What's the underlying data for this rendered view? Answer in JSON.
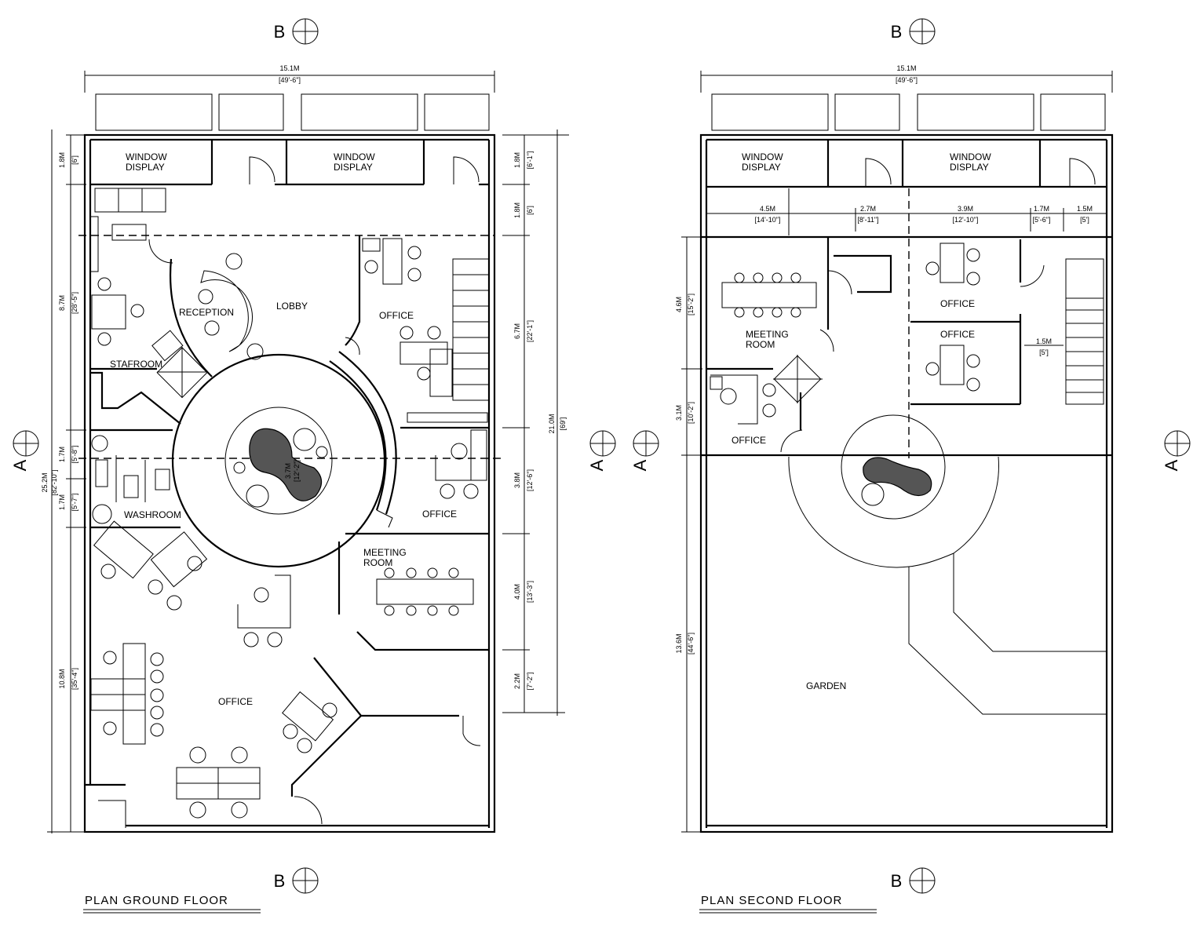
{
  "ground_floor": {
    "title": "PLAN    GROUND FLOOR",
    "top_dim": {
      "m": "15.1M",
      "ft": "[49'-6\"]"
    },
    "rooms": {
      "window_display_1": "WINDOW\nDISPLAY",
      "window_display_2": "WINDOW\nDISPLAY",
      "reception": "RECEPTION",
      "lobby": "LOBBY",
      "office_ne": "OFFICE",
      "stafroom": "STAFROOM",
      "office_e": "OFFICE",
      "washroom": "WASHROOM",
      "meeting_room": "MEETING\nROOM",
      "office_main": "OFFICE"
    },
    "circle_dim": {
      "m": "3.7M",
      "ft": "[12'-2\"]"
    },
    "left_dims": [
      {
        "m": "1.8M",
        "ft": "[6']"
      },
      {
        "m": "8.7M",
        "ft": "[28'-5\"]"
      },
      {
        "m": "1.7M",
        "ft": "[5'-8\"]"
      },
      {
        "m": "1.7M",
        "ft": "[5'-7\"]"
      },
      {
        "m": "10.8M",
        "ft": "[35'-4\"]"
      }
    ],
    "left_total": {
      "m": "25.2M",
      "ft": "[82'-10\"]"
    },
    "right_dims": [
      {
        "m": "1.8M",
        "ft": "[6'-1\"]"
      },
      {
        "m": "1.8M",
        "ft": "[6']"
      },
      {
        "m": "6.7M",
        "ft": "[22'-1\"]"
      },
      {
        "m": "3.8M",
        "ft": "[12'-6\"]"
      },
      {
        "m": "4.0M",
        "ft": "[13'-3\"]"
      },
      {
        "m": "2.2M",
        "ft": "[7'-2\"]"
      }
    ],
    "right_total": {
      "m": "21.0M",
      "ft": "[69']"
    }
  },
  "second_floor": {
    "title": "PLAN    SECOND FLOOR",
    "top_dim": {
      "m": "15.1M",
      "ft": "[49'-6\"]"
    },
    "rooms": {
      "window_display_1": "WINDOW\nDISPLAY",
      "window_display_2": "WINDOW\nDISPLAY",
      "meeting_room": "MEETING\nROOM",
      "office_1": "OFFICE",
      "office_2": "OFFICE",
      "office_3": "OFFICE",
      "garden": "GARDEN"
    },
    "inner_dims": [
      {
        "m": "4.5M",
        "ft": "[14'-10\"]"
      },
      {
        "m": "2.7M",
        "ft": "[8'-11\"]"
      },
      {
        "m": "3.9M",
        "ft": "[12'-10\"]"
      },
      {
        "m": "1.7M",
        "ft": "[5'-6\"]"
      },
      {
        "m": "1.5M",
        "ft": "[5']"
      }
    ],
    "stair_dim": {
      "m": "1.5M",
      "ft": "[5']"
    },
    "left_dims": [
      {
        "m": "4.6M",
        "ft": "[15'-2\"]"
      },
      {
        "m": "3.1M",
        "ft": "[10'-2\"]"
      },
      {
        "m": "13.6M",
        "ft": "[44'-6\"]"
      }
    ]
  },
  "section_markers": {
    "a": "A",
    "b": "B"
  }
}
